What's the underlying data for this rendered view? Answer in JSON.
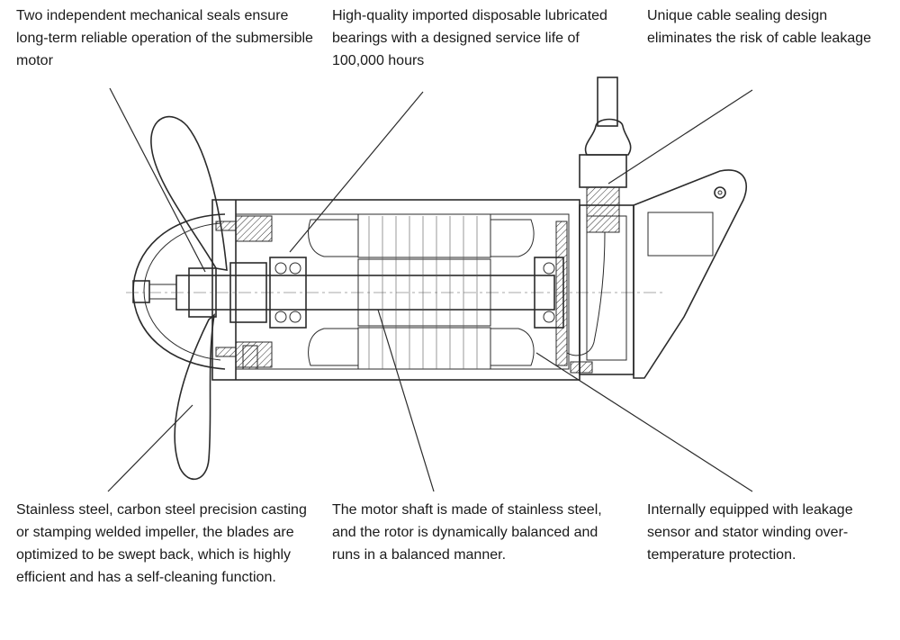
{
  "captions": {
    "top_left": "Two independent mechanical seals ensure long-term reliable operation of the submersible motor",
    "top_middle": "High-quality imported disposable lubricated bearings with a designed service life of 100,000 hours",
    "top_right": "Unique cable sealing design eliminates the risk of cable leakage",
    "bottom_left": "Stainless steel, carbon steel precision casting or stamping welded impeller, the blades are optimized to be swept back, which is highly efficient and has a self-cleaning function.",
    "bottom_middle": "The motor shaft is made of stainless steel, and the rotor is dynamically balanced and runs in a balanced manner.",
    "bottom_right": "Internally equipped with leakage sensor and stator winding over-temperature protection."
  }
}
